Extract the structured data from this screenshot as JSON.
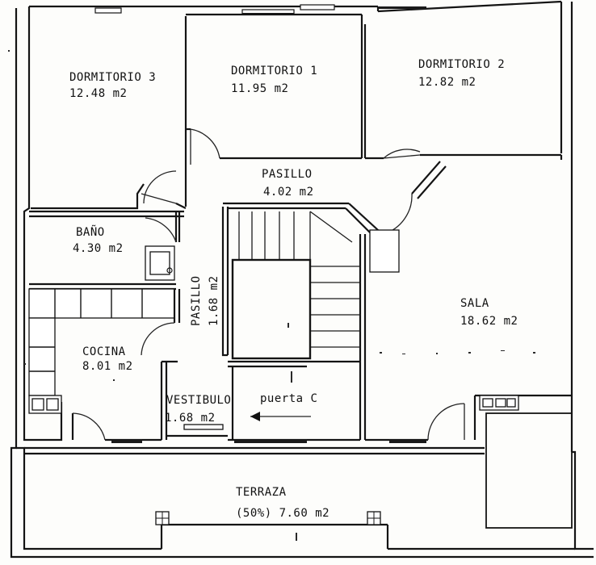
{
  "rooms": {
    "dormitorio3": {
      "name": "DORMITORIO 3",
      "area": "12.48 m2"
    },
    "dormitorio1": {
      "name": "DORMITORIO 1",
      "area": "11.95 m2"
    },
    "dormitorio2": {
      "name": "DORMITORIO 2",
      "area": "12.82 m2"
    },
    "pasillo_top": {
      "name": "PASILLO",
      "area": "4.02 m2"
    },
    "bano": {
      "name": "BAÑO",
      "area": "4.30 m2"
    },
    "pasillo_side": {
      "name": "PASILLO",
      "area": "1.68 m2"
    },
    "sala": {
      "name": "SALA",
      "area": "18.62 m2"
    },
    "cocina": {
      "name": "COCINA",
      "area": "8.01 m2"
    },
    "vestibulo": {
      "name": "VESTIBULO",
      "area": "1.68 m2"
    },
    "terraza": {
      "name": "TERRAZA",
      "area": "(50%) 7.60 m2"
    }
  },
  "entrance": {
    "label": "puerta C"
  },
  "icons": {
    "entrance_arrow": "arrow-left"
  }
}
